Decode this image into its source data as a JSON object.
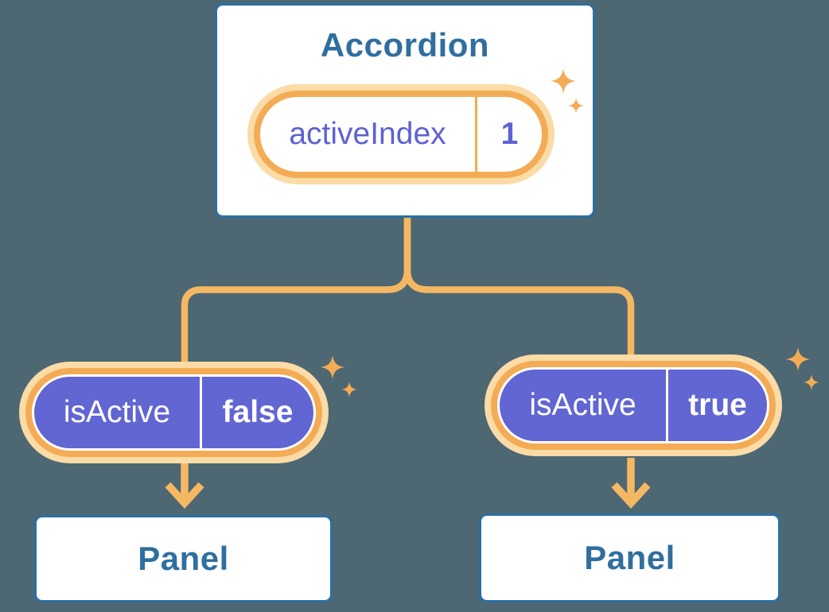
{
  "diagram": {
    "root": {
      "title": "Accordion",
      "pill": {
        "label": "activeIndex",
        "value": "1"
      }
    },
    "children": [
      {
        "pill": {
          "label": "isActive",
          "value": "false"
        },
        "panel_label": "Panel"
      },
      {
        "pill": {
          "label": "isActive",
          "value": "true"
        },
        "panel_label": "Panel"
      }
    ]
  },
  "icons": {
    "sparkle": "four-point-star"
  },
  "colors": {
    "background": "#4D6773",
    "node_border_blue": "#2B6FA3",
    "heading_blue": "#2F6F9F",
    "state_text_purple": "#5E61D3",
    "prop_pill_purple": "#6166D2",
    "accent_orange": "#F3AC55",
    "connector_orange": "#F5B862",
    "halo_orange": "#FBDBA6",
    "prop_pill_text": "#FFFFFF"
  }
}
